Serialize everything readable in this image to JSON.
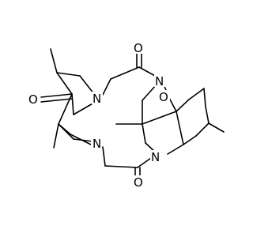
{
  "diagram": {
    "type": "skeletal-structural-formula",
    "line_color": "#000000",
    "background_color": "#ffffff",
    "atoms": [
      {
        "id": "n1",
        "element": "N"
      },
      {
        "id": "n2",
        "element": "N"
      },
      {
        "id": "n3",
        "element": "N"
      },
      {
        "id": "n4",
        "element": "N"
      },
      {
        "id": "o1",
        "element": "O"
      },
      {
        "id": "o2",
        "element": "O"
      },
      {
        "id": "o3",
        "element": "O"
      },
      {
        "id": "o4",
        "element": "O"
      }
    ]
  }
}
